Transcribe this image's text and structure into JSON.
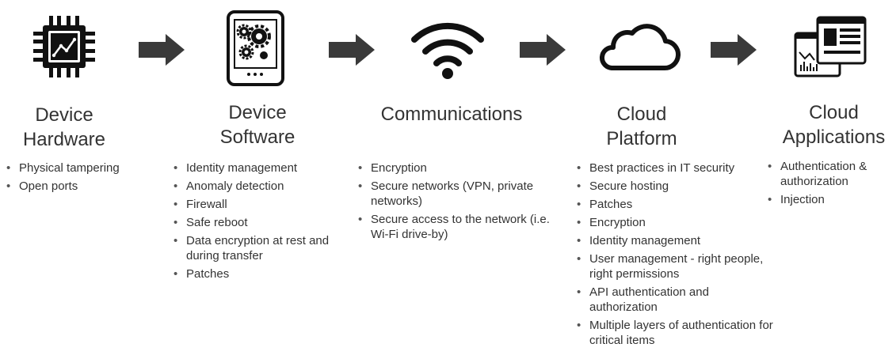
{
  "columns": [
    {
      "icon": "chip-icon",
      "title": "Device\nHardware",
      "bullets": [
        "Physical tampering",
        "Open ports"
      ]
    },
    {
      "icon": "tablet-gears-icon",
      "title": "Device\nSoftware",
      "bullets": [
        "Identity management",
        "Anomaly detection",
        "Firewall",
        "Safe reboot",
        "Data encryption at rest and during transfer",
        "Patches"
      ]
    },
    {
      "icon": "wifi-icon",
      "title": "Communications",
      "bullets": [
        "Encryption",
        "Secure networks (VPN, private networks)",
        "Secure access to the network (i.e. Wi-Fi drive-by)"
      ]
    },
    {
      "icon": "cloud-icon",
      "title": "Cloud\nPlatform",
      "bullets": [
        "Best practices in IT security",
        "Secure hosting",
        "Patches",
        "Encryption",
        "Identity management",
        "User management - right people, right permissions",
        "API authentication and authorization",
        "Multiple layers of authentication for critical items"
      ]
    },
    {
      "icon": "app-windows-icon",
      "title": "Cloud\nApplications",
      "bullets": [
        "Authentication & authorization",
        "Injection"
      ]
    }
  ],
  "arrow_color": "#3a3a3a",
  "icon_color": "#111111"
}
